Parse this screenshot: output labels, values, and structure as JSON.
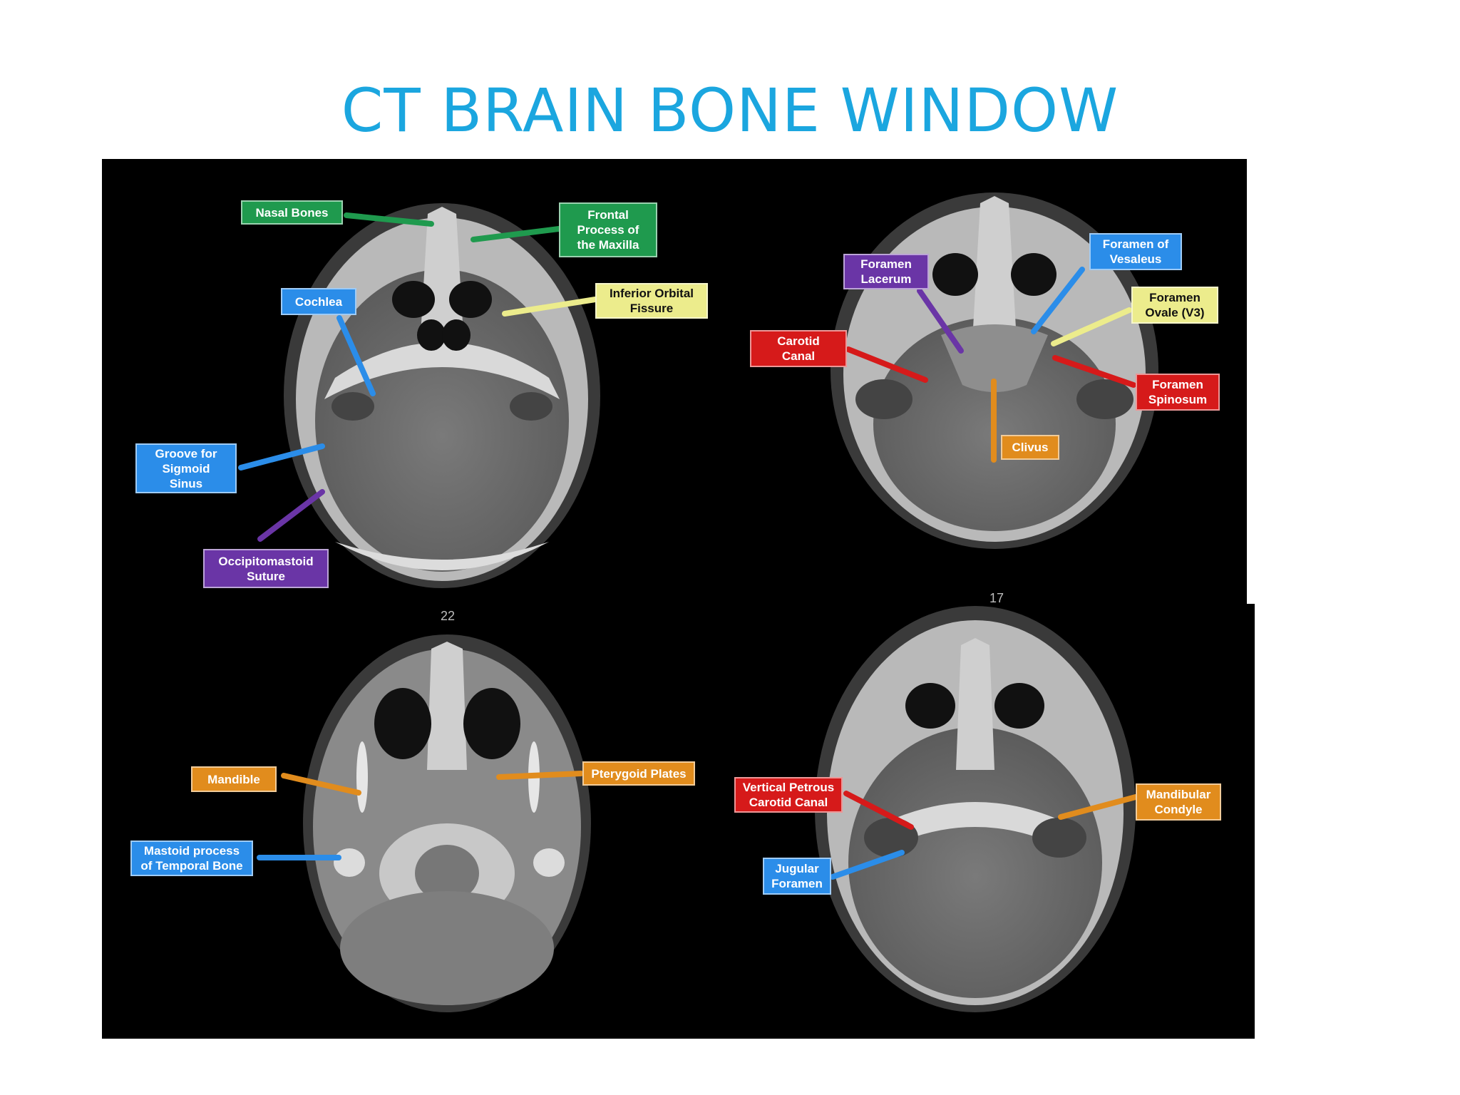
{
  "slide": {
    "title": "CT BRAIN BONE WINDOW"
  },
  "colors": {
    "title": "#1ba6df",
    "green": "#1f9a4e",
    "blue": "#2b8de9",
    "purple": "#6a35a6",
    "yellow": "#ecec8c",
    "red": "#d61a1a",
    "orange": "#e18c1d"
  },
  "panels": {
    "top_left": {
      "slice_number": "22",
      "labels": {
        "nasal_bones": "Nasal Bones",
        "frontal_process": "Frontal\nProcess of\nthe Maxilla",
        "cochlea": "Cochlea",
        "inferior_orbital_fissure": "Inferior Orbital\nFissure",
        "groove_sigmoid": "Groove for\nSigmoid\nSinus",
        "occipitomastoid": "Occipitomastoid\nSuture"
      }
    },
    "top_right": {
      "slice_number": "17",
      "labels": {
        "foramen_lacerum": "Foramen\nLacerum",
        "foramen_vesaleus": "Foramen of\nVesaleus",
        "foramen_ovale": "Foramen\nOvale (V3)",
        "carotid_canal": "Carotid\nCanal",
        "foramen_spinosum": "Foramen\nSpinosum",
        "clivus": "Clivus"
      }
    },
    "bottom_left": {
      "labels": {
        "mandible": "Mandible",
        "pterygoid_plates": "Pterygoid Plates",
        "mastoid_process": "Mastoid process\nof Temporal Bone"
      }
    },
    "bottom_right": {
      "labels": {
        "vertical_petrous": "Vertical Petrous\nCarotid Canal",
        "mandibular_condyle": "Mandibular\nCondyle",
        "jugular_foramen": "Jugular\nForamen"
      }
    }
  }
}
